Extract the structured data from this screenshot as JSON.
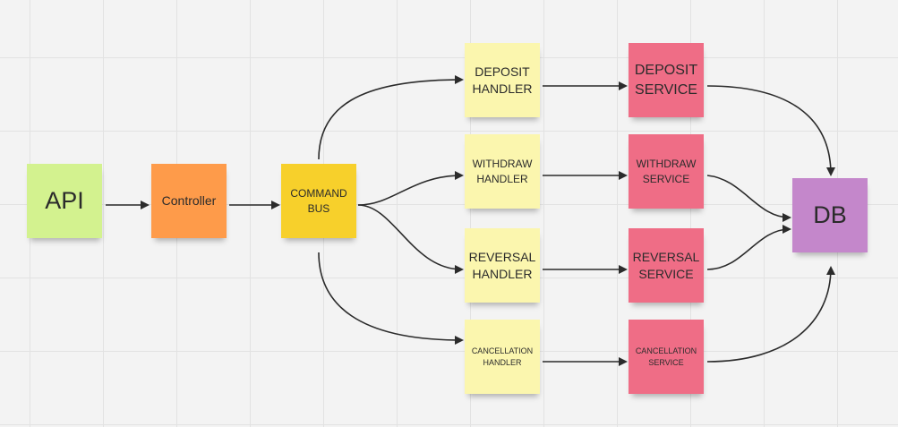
{
  "diagram": {
    "nodes": {
      "api": "API",
      "controller": "Controller",
      "command_bus": "COMMAND\nBUS",
      "deposit_handler": "DEPOSIT\nHANDLER",
      "withdraw_handler": "WITHDRAW\nHANDLER",
      "reversal_handler": "REVERSAL\nHANDLER",
      "cancellation_handler": "CANCELLATION\nHANDLER",
      "deposit_service": "DEPOSIT\nSERVICE",
      "withdraw_service": "WITHDRAW\nSERVICE",
      "reversal_service": "REVERSAL\nSERVICE",
      "cancellation_service": "CANCELLATION\nSERVICE",
      "db": "DB"
    },
    "colors": {
      "api": "#d3f28f",
      "controller": "#fe9b4a",
      "command_bus": "#f7d02b",
      "handler": "#fbf6ae",
      "service": "#ef6d86",
      "db": "#c487cb",
      "connector": "#2b2b2b"
    },
    "edges": [
      [
        "api",
        "controller"
      ],
      [
        "controller",
        "command_bus"
      ],
      [
        "command_bus",
        "deposit_handler"
      ],
      [
        "command_bus",
        "withdraw_handler"
      ],
      [
        "command_bus",
        "reversal_handler"
      ],
      [
        "command_bus",
        "cancellation_handler"
      ],
      [
        "deposit_handler",
        "deposit_service"
      ],
      [
        "withdraw_handler",
        "withdraw_service"
      ],
      [
        "reversal_handler",
        "reversal_service"
      ],
      [
        "cancellation_handler",
        "cancellation_service"
      ],
      [
        "deposit_service",
        "db"
      ],
      [
        "withdraw_service",
        "db"
      ],
      [
        "reversal_service",
        "db"
      ],
      [
        "cancellation_service",
        "db"
      ]
    ]
  }
}
